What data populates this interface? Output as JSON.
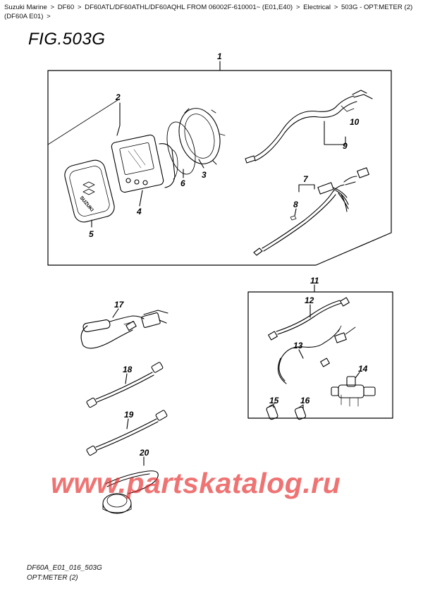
{
  "breadcrumb": {
    "items": [
      "Suzuki Marine",
      "DF60",
      "DF60ATL/DF60ATHL/DF60AQHL FROM 06002F-610001~ (E01,E40)",
      "Electrical",
      "503G - OPT:METER (2) (DF60A E01)"
    ],
    "separator": ">"
  },
  "figure": {
    "title": "FIG.503G"
  },
  "callouts": [
    "1",
    "2",
    "3",
    "4",
    "5",
    "6",
    "7",
    "8",
    "9",
    "10",
    "11",
    "12",
    "13",
    "14",
    "15",
    "16",
    "17",
    "18",
    "19",
    "20"
  ],
  "footer": {
    "code": "DF60A_E01_016_503G",
    "caption": "OPT:METER (2)"
  },
  "watermark": {
    "text": "www.partskatalog.ru",
    "color": "#e62828"
  }
}
